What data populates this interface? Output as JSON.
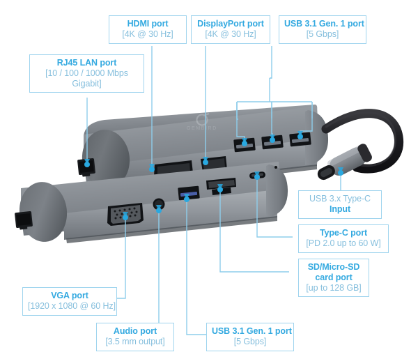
{
  "diagram": {
    "title": "USB-C multiport docking station port callout diagram",
    "accent_color": "#33a9e0",
    "secondary_text_color": "#86bfdd",
    "box_border_color": "#9fd4ee",
    "leader_line_color": "#8ecdeb",
    "dot_color": "#29a8e0",
    "background": "#ffffff",
    "device_body_light": "#9aa0a6",
    "device_body_mid": "#7d8288",
    "device_body_dark": "#5f6369",
    "port_black": "#1d1f22",
    "cable_black": "#1a1a1c"
  },
  "callouts": [
    {
      "id": "rj45",
      "name": "rj45-lan-port",
      "line1": "RJ45 LAN port",
      "line2": "[10 / 100 / 1000 Mbps",
      "line3": "Gigabit]",
      "line1_style": "bold",
      "line2_style": "light"
    },
    {
      "id": "hdmi",
      "name": "hdmi-port",
      "line1": "HDMI port",
      "line2": "[4K @ 30 Hz]",
      "line1_style": "bold",
      "line2_style": "light"
    },
    {
      "id": "displayport",
      "name": "displayport-port",
      "line1": "DisplayPort port",
      "line2": "[4K @ 30 Hz]",
      "line1_style": "bold",
      "line2_style": "light"
    },
    {
      "id": "usb_top",
      "name": "usb-31-gen1-port-top",
      "line1": "USB 3.1 Gen. 1 port",
      "line2": "[5 Gbps]",
      "line1_style": "bold",
      "line2_style": "light"
    },
    {
      "id": "typec_input",
      "name": "usb-3x-type-c-input",
      "line1": "USB 3.x Type-C",
      "line2": "Input",
      "line1_style": "light",
      "line2_style": "bold"
    },
    {
      "id": "typec_port",
      "name": "type-c-port",
      "line1": "Type-C port",
      "line2": "[PD 2.0 up to 60 W]",
      "line1_style": "bold",
      "line2_style": "light"
    },
    {
      "id": "sd",
      "name": "sd-micro-sd-card-port",
      "line1": "SD/Micro-SD",
      "line2": "card port",
      "line3": "[up to 128 GB]",
      "line1_style": "bold",
      "line2_style": "bold",
      "line3_style": "light"
    },
    {
      "id": "vga",
      "name": "vga-port",
      "line1": "VGA port",
      "line2": "[1920 x 1080 @ 60 Hz]",
      "line1_style": "bold",
      "line2_style": "light"
    },
    {
      "id": "audio",
      "name": "audio-port",
      "line1": "Audio port",
      "line2": "[3.5 mm output]",
      "line1_style": "bold",
      "line2_style": "light"
    },
    {
      "id": "usb_bottom",
      "name": "usb-31-gen1-port-bottom",
      "line1": "USB 3.1 Gen. 1 port",
      "line2": "[5 Gbps]",
      "line1_style": "bold",
      "line2_style": "light"
    }
  ],
  "labels": {
    "rj45": {
      "line1": "RJ45 LAN port",
      "line2": "[10 / 100 / 1000 Mbps",
      "line3": "Gigabit]"
    },
    "hdmi": {
      "line1": "HDMI port",
      "line2": "[4K @ 30 Hz]"
    },
    "displayport": {
      "line1": "DisplayPort port",
      "line2": "[4K @ 30 Hz]"
    },
    "usb_top": {
      "line1": "USB 3.1 Gen. 1 port",
      "line2": "[5 Gbps]"
    },
    "typec_input": {
      "line1": "USB 3.x Type-C",
      "line2": "Input"
    },
    "typec_port": {
      "line1": "Type-C port",
      "line2": "[PD 2.0 up to 60 W]"
    },
    "sd": {
      "line1": "SD/Micro-SD",
      "line2": "card port",
      "line3": "[up to 128 GB]"
    },
    "vga": {
      "line1": "VGA port",
      "line2": "[1920 x 1080 @ 60 Hz]"
    },
    "audio": {
      "line1": "Audio port",
      "line2": "[3.5 mm output]"
    },
    "usb_bottom": {
      "line1": "USB 3.1 Gen. 1 port",
      "line2": "[5 Gbps]"
    }
  },
  "device": {
    "product_type": "USB-C multiport hub / docking station",
    "brand_logo": "gembird-logo",
    "cable": "usb-c-tethered-cable",
    "ports_top_row": [
      "rj45",
      "hdmi",
      "displayport",
      "usb-a",
      "usb-a",
      "usb-a"
    ],
    "ports_bottom_row": [
      "rj45",
      "vga",
      "audio-jack",
      "usb-a",
      "sd-card",
      "micro-sd",
      "type-c"
    ]
  }
}
